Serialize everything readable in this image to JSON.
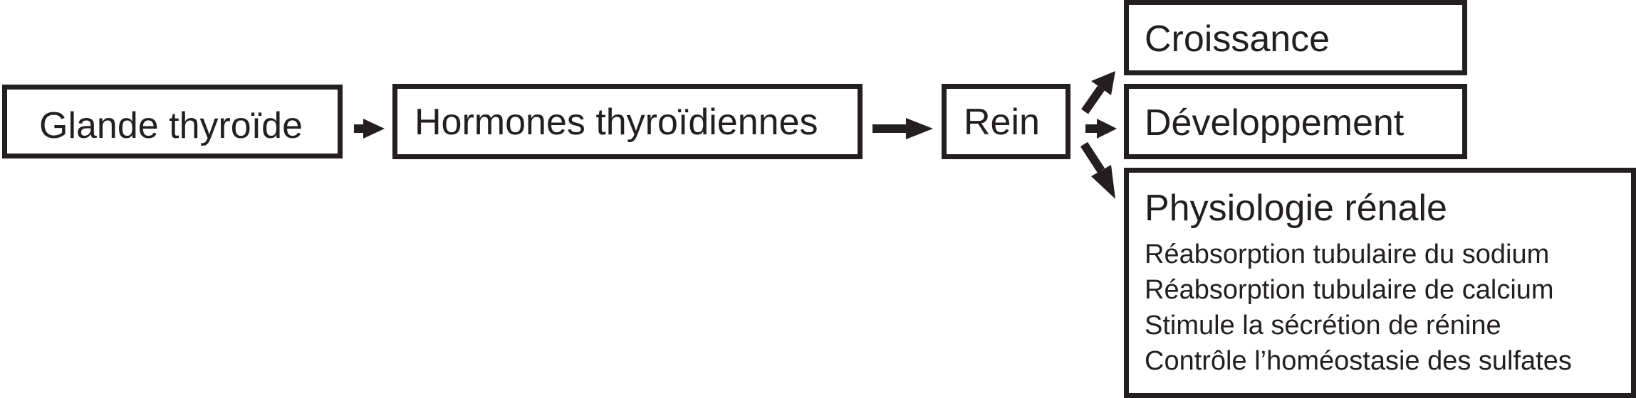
{
  "diagram": {
    "nodes": {
      "thyroid": {
        "label": "Glande thyroïde"
      },
      "hormones": {
        "label": "Hormones thyroïdiennes"
      },
      "kidney": {
        "label": "Rein"
      },
      "growth": {
        "label": "Croissance"
      },
      "development": {
        "label": "Développement"
      },
      "renal": {
        "label": "Physiologie rénale",
        "details": [
          "Réabsorption tubulaire du sodium",
          "Réabsorption tubulaire de calcium",
          "Stimule la sécrétion de rénine",
          "Contrôle l’homéostasie des sulfates"
        ]
      }
    },
    "edges": [
      {
        "from": "thyroid",
        "to": "hormones"
      },
      {
        "from": "hormones",
        "to": "kidney"
      },
      {
        "from": "kidney",
        "to": "growth"
      },
      {
        "from": "kidney",
        "to": "development"
      },
      {
        "from": "kidney",
        "to": "renal"
      }
    ],
    "colors": {
      "stroke": "#231f20",
      "fill": "#ffffff"
    }
  }
}
